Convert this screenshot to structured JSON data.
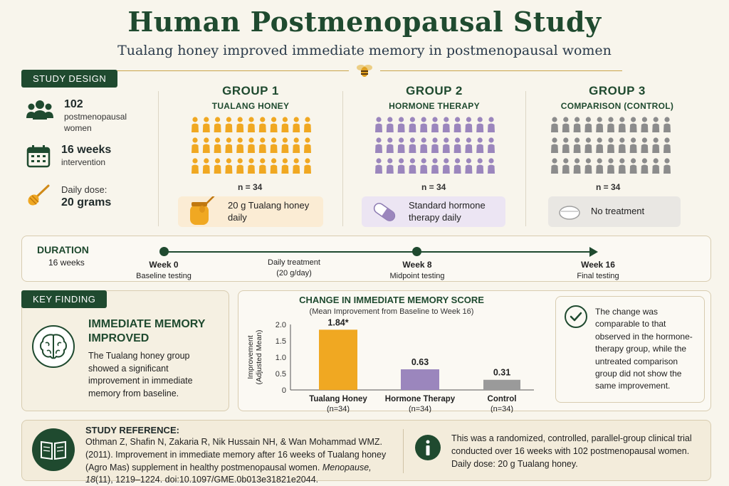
{
  "header": {
    "title": "Human Postmenopausal Study",
    "subtitle": "Tualang honey improved immediate memory in postmenopausal women"
  },
  "study_design": {
    "label": "STUDY DESIGN",
    "participants_count": "102",
    "participants_text": "postmenopausal women",
    "duration_value": "16 weeks",
    "duration_text": "intervention",
    "dose_label": "Daily dose:",
    "dose_value": "20 grams"
  },
  "groups": [
    {
      "title": "GROUP 1",
      "name": "TUALANG HONEY",
      "n": "n = 34",
      "treatment": "20 g Tualang honey daily",
      "color": "#f0a822",
      "tint": "#fbeed8"
    },
    {
      "title": "GROUP 2",
      "name": "HORMONE THERAPY",
      "n": "n = 34",
      "treatment": "Standard hormone therapy daily",
      "color": "#9b86bd",
      "tint": "#ece6f3"
    },
    {
      "title": "GROUP 3",
      "name": "COMPARISON (CONTROL)",
      "n": "n = 34",
      "treatment": "No treatment",
      "color": "#8c8c8c",
      "tint": "#ebe9e6"
    }
  ],
  "duration": {
    "label": "DURATION",
    "value": "16 weeks",
    "week0": "Week 0",
    "week0_desc": "Baseline testing",
    "daily": "Daily treatment",
    "daily_desc": "(20 g/day)",
    "week8": "Week 8",
    "week8_desc": "Midpoint testing",
    "week16": "Week 16",
    "week16_desc": "Final testing"
  },
  "key_finding": {
    "label": "KEY FINDING",
    "heading_line1": "IMMEDIATE MEMORY",
    "heading_line2": "IMPROVED",
    "body": "The Tualang honey group showed a significant improvement in immediate memory from baseline."
  },
  "chart_data": {
    "type": "bar",
    "title": "CHANGE IN IMMEDIATE MEMORY SCORE",
    "subtitle": "(Mean Improvement from Baseline to Week 16)",
    "ylabel": "Improvement (Adjusted Mean)",
    "ylim": [
      0,
      2.0
    ],
    "yticks": [
      "0",
      "0.5",
      "1.0",
      "1.5",
      "2.0"
    ],
    "categories": [
      "Tualang Honey",
      "Hormone Therapy",
      "Control"
    ],
    "category_n": [
      "(n=34)",
      "(n=34)",
      "(n=34)"
    ],
    "values": [
      1.84,
      0.63,
      0.31
    ],
    "value_labels": [
      "1.84*",
      "0.63",
      "0.31"
    ],
    "colors": [
      "#f0a822",
      "#9b86bd",
      "#9a9a9a"
    ]
  },
  "comparison_note": "The change was comparable to that observed in the hormone-therapy group, while the untreated comparison group did not show the same improvement.",
  "reference": {
    "label": "STUDY REFERENCE:",
    "authors": "Othman Z, Shafin N, Zakaria R, Nik Hussain NH, & Wan Mohammad WMZ. (2011). Improvement in immediate memory after 16 weeks of Tualang honey (Agro Mas) supplement in healthy postmenopausal women.",
    "journal": "Menopause,",
    "volume": "18",
    "rest": "(11), 1219–1224. doi:10.1097/GME.0b013e31821e2044."
  },
  "info_note": "This was a randomized, controlled, parallel-group clinical trial conducted over 16 weeks with 102 postmenopausal women. Daily dose: 20 g Tualang honey."
}
